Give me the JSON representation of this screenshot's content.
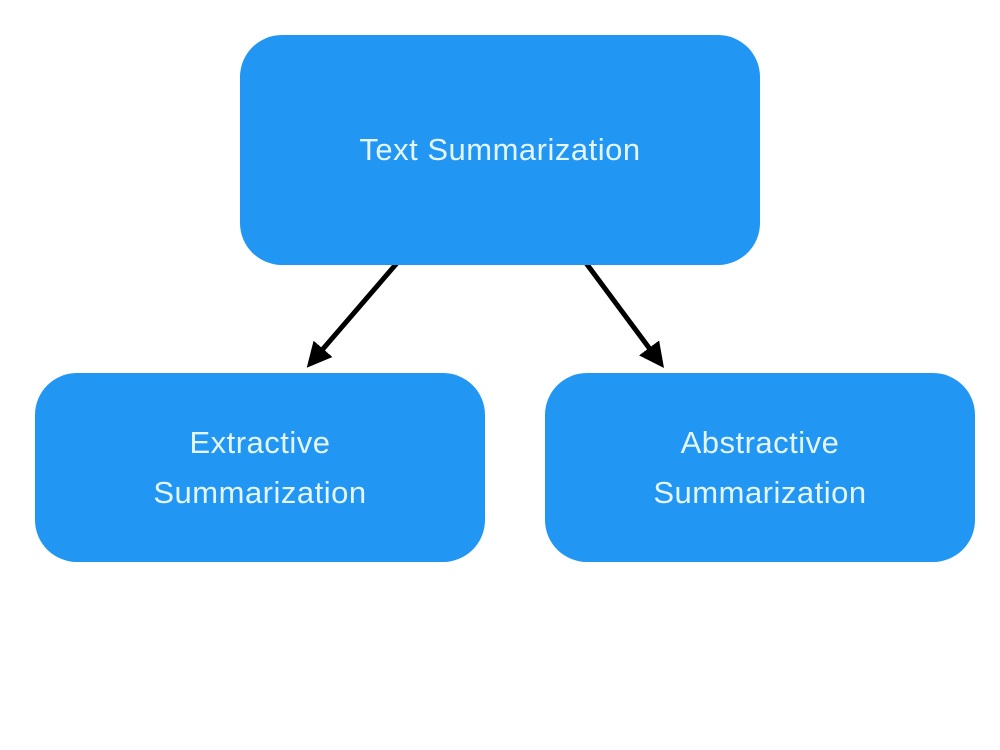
{
  "diagram": {
    "colors": {
      "background": "#ffffff",
      "node_fill": "#2196F3",
      "node_text": "#E4F5FD",
      "arrow": "#000000"
    },
    "nodes": [
      {
        "id": "text-summarization",
        "lines": [
          "Text Summarization"
        ]
      },
      {
        "id": "extractive-summarization",
        "lines": [
          "Extractive",
          "Summarization"
        ]
      },
      {
        "id": "abstractive-summarization",
        "lines": [
          "Abstractive",
          "Summarization"
        ]
      }
    ],
    "edges": [
      {
        "from": "text-summarization",
        "to": "extractive-summarization"
      },
      {
        "from": "text-summarization",
        "to": "abstractive-summarization"
      }
    ]
  }
}
